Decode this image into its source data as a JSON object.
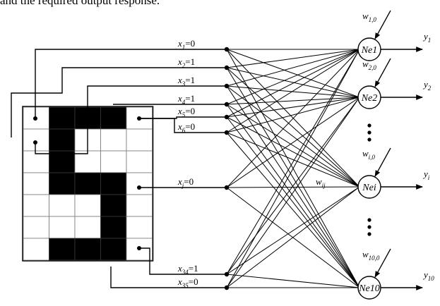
{
  "caption_fragment": "and the required output response.",
  "grid": {
    "rows": 7,
    "cols": 5,
    "cells": [
      [
        0,
        1,
        1,
        1,
        0
      ],
      [
        0,
        1,
        0,
        0,
        0
      ],
      [
        0,
        1,
        0,
        0,
        0
      ],
      [
        0,
        1,
        1,
        1,
        0
      ],
      [
        0,
        0,
        0,
        1,
        0
      ],
      [
        0,
        0,
        0,
        1,
        0
      ],
      [
        0,
        1,
        1,
        1,
        0
      ]
    ]
  },
  "inputs": [
    {
      "id": "x1",
      "label": "x1=0",
      "base": "x",
      "sub": "1",
      "value": "=0"
    },
    {
      "id": "x2",
      "label": "x2=1",
      "base": "x",
      "sub": "2",
      "value": "=1"
    },
    {
      "id": "x3",
      "label": "x3=1",
      "base": "x",
      "sub": "3",
      "value": "=1"
    },
    {
      "id": "x4",
      "label": "x4=1",
      "base": "x",
      "sub": "4",
      "value": "=1"
    },
    {
      "id": "x5",
      "label": "x5=0",
      "base": "x",
      "sub": "5",
      "value": "=0"
    },
    {
      "id": "x6",
      "label": "x6=0",
      "base": "x",
      "sub": "6",
      "value": "=0"
    },
    {
      "id": "xj",
      "label": "xj=0",
      "base": "x",
      "sub": "j",
      "value": "=0"
    },
    {
      "id": "x34",
      "label": "x34=1",
      "base": "x",
      "sub": "34",
      "value": "=1"
    },
    {
      "id": "x35",
      "label": "x35=0",
      "base": "x",
      "sub": "35",
      "value": "=0"
    }
  ],
  "neurons": [
    {
      "id": "ne1",
      "base": "Ne",
      "suffix": "1",
      "output_base": "y",
      "output_sub": "1",
      "bias_base": "w",
      "bias_sub": "1,0"
    },
    {
      "id": "ne2",
      "base": "Ne",
      "suffix": "2",
      "output_base": "y",
      "output_sub": "2",
      "bias_base": "w",
      "bias_sub": "2,0"
    },
    {
      "id": "nei",
      "base": "Ne",
      "suffix": "i",
      "output_base": "y",
      "output_sub": "i",
      "bias_base": "w",
      "bias_sub": "i,0"
    },
    {
      "id": "ne10",
      "base": "Ne",
      "suffix": "10",
      "output_base": "y",
      "output_sub": "10",
      "bias_base": "w",
      "bias_sub": "10,0"
    }
  ],
  "weight_label": {
    "base": "w",
    "sub": "ij"
  },
  "ellipsis": "⋮"
}
